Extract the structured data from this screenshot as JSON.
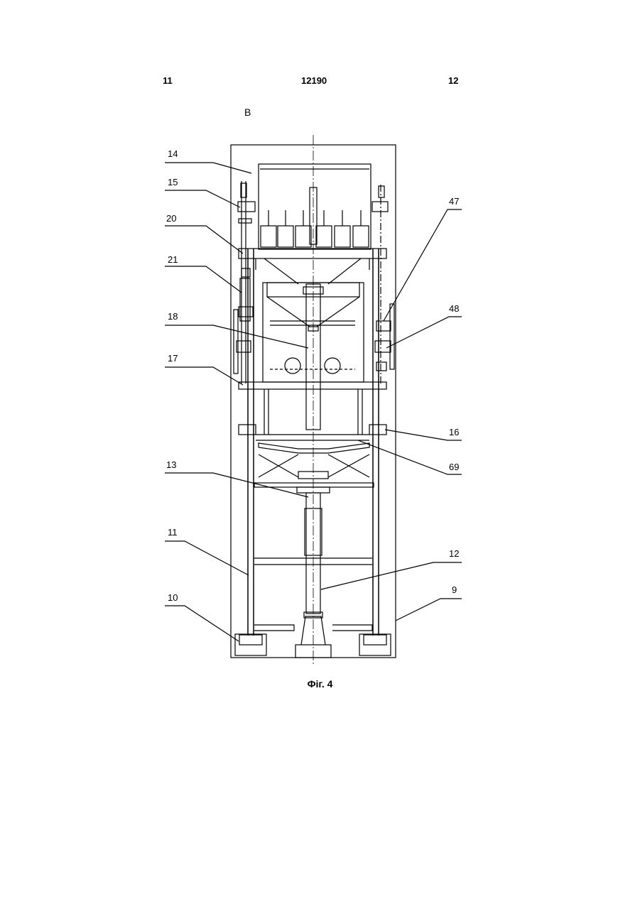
{
  "header": {
    "left_page": "11",
    "doc_number": "12190",
    "right_page": "12"
  },
  "view_marker": "B",
  "caption": "Фіг. 4",
  "labels": {
    "l14": "14",
    "l15": "15",
    "l20": "20",
    "l21": "21",
    "l18": "18",
    "l17": "17",
    "l13": "13",
    "l11": "11",
    "l10": "10",
    "l47": "47",
    "l48": "48",
    "l16": "16",
    "l69": "69",
    "l12": "12",
    "l9": "9"
  }
}
